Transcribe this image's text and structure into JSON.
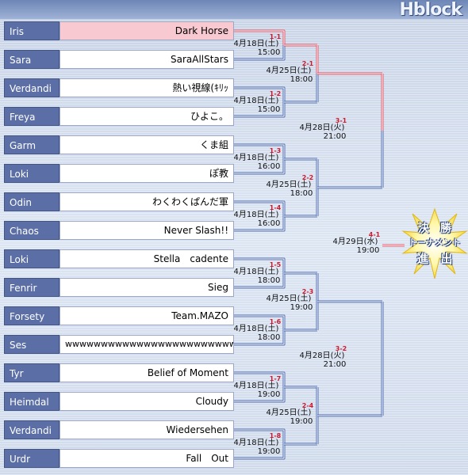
{
  "header": {
    "block_title": "Hblock"
  },
  "entries": [
    {
      "character": "Iris",
      "team": "Dark Horse",
      "highlight": true
    },
    {
      "character": "Sara",
      "team": "SaraAllStars"
    },
    {
      "character": "Verdandi",
      "team": "熱い視線(ｷﾘｯ"
    },
    {
      "character": "Freya",
      "team": "ひよこ。"
    },
    {
      "character": "Garm",
      "team": "くま組"
    },
    {
      "character": "Loki",
      "team": "ぽ教"
    },
    {
      "character": "Odin",
      "team": "わくわくぱんだ軍"
    },
    {
      "character": "Chaos",
      "team": "Never Slash!!"
    },
    {
      "character": "Loki",
      "team": "Stella　cadente"
    },
    {
      "character": "Fenrir",
      "team": "Sieg"
    },
    {
      "character": "Forsety",
      "team": "Team.MAZO"
    },
    {
      "character": "Ses",
      "team": "wwwwwwwwwwwwwwwwwwwwwwwww"
    },
    {
      "character": "Tyr",
      "team": "Belief of Moment"
    },
    {
      "character": "Heimdal",
      "team": "Cloudy"
    },
    {
      "character": "Verdandi",
      "team": "Wiedersehen"
    },
    {
      "character": "Urdr",
      "team": "Fall　Out"
    }
  ],
  "matches": [
    {
      "label": "1-1",
      "date": "4月18日(土)",
      "time": "15:00"
    },
    {
      "label": "1-2",
      "date": "4月18日(土)",
      "time": "15:00"
    },
    {
      "label": "1-3",
      "date": "4月18日(土)",
      "time": "16:00"
    },
    {
      "label": "1-4",
      "date": "4月18日(土)",
      "time": "16:00"
    },
    {
      "label": "1-5",
      "date": "4月18日(土)",
      "time": "18:00"
    },
    {
      "label": "1-6",
      "date": "4月18日(土)",
      "time": "18:00"
    },
    {
      "label": "1-7",
      "date": "4月18日(土)",
      "time": "19:00"
    },
    {
      "label": "1-8",
      "date": "4月18日(土)",
      "time": "19:00"
    },
    {
      "label": "2-1",
      "date": "4月25日(土)",
      "time": "18:00"
    },
    {
      "label": "2-2",
      "date": "4月25日(土)",
      "time": "18:00"
    },
    {
      "label": "2-3",
      "date": "4月25日(土)",
      "time": "19:00"
    },
    {
      "label": "2-4",
      "date": "4月25日(土)",
      "time": "19:00"
    },
    {
      "label": "3-1",
      "date": "4月28日(火)",
      "time": "21:00"
    },
    {
      "label": "3-2",
      "date": "4月28日(火)",
      "time": "21:00"
    },
    {
      "label": "4-1",
      "date": "4月29日(水)",
      "time": "19:00"
    }
  ],
  "final_badge": {
    "line1": "決　勝",
    "line2": "トーナメント",
    "line3": "進　出"
  },
  "colors": {
    "character_bg": "#5b6fa6",
    "highlight_bg": "#f8c9d0",
    "bracket_red": "#e04a5a",
    "bracket_blue": "#3f5fa8",
    "match_label": "#d0182e"
  }
}
